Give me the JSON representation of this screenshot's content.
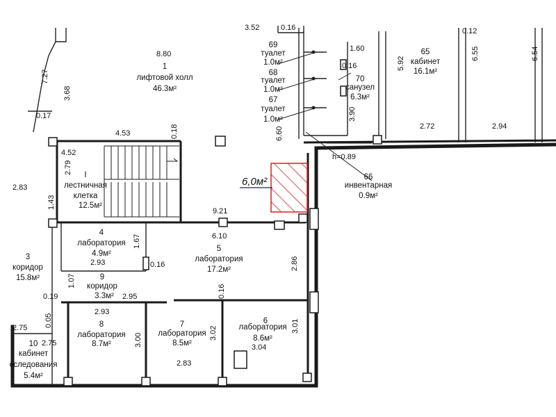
{
  "colors": {
    "wall": "#1a1a1a",
    "hatch": "#d42020",
    "note_ink": "#1c1c8a",
    "paper": "#ffffff"
  },
  "rooms": {
    "r1": {
      "num": "1",
      "name": "лифтовой холл",
      "area": "46.3м²"
    },
    "rI": {
      "num": "I",
      "name1": "лестничная",
      "name2": "клетка",
      "area": "12.5м²"
    },
    "r3": {
      "num": "3",
      "name": "коридор",
      "area": "15.8м²"
    },
    "r4": {
      "num": "4",
      "name": "лаборатория",
      "area": "4.9м²"
    },
    "r5": {
      "num": "5",
      "name": "лаборатория",
      "area": "17.2м²"
    },
    "r6": {
      "num": "6",
      "name": "лаборатория",
      "area": "8.6м²"
    },
    "r7": {
      "num": "7",
      "name": "лаборатория",
      "area": "8.5м²"
    },
    "r8": {
      "num": "8",
      "name": "лаборатория",
      "area": "8.7м²"
    },
    "r9": {
      "num": "9",
      "name": "коридор",
      "area": "3.3м²"
    },
    "r10": {
      "num": "10",
      "name1": "кабинет",
      "name2": "сследования",
      "area": "5.4м²"
    },
    "r65": {
      "num": "65",
      "name": "кабинет",
      "area": "16.1м²"
    },
    "r66": {
      "num": "66",
      "name": "инвентарная",
      "area": "0.9м²"
    },
    "r67": {
      "num": "67",
      "name": "туалет",
      "area": "1.0м²"
    },
    "r68": {
      "num": "68",
      "name": "туалет",
      "area": "1.0м²"
    },
    "r69": {
      "num": "69",
      "name": "туалет",
      "area": "1.0м²"
    },
    "r70": {
      "num": "70",
      "name": "санузел",
      "area": "6.3м²"
    }
  },
  "dims": {
    "d352": "3.52",
    "d016top": "0.16",
    "d012": "0.12",
    "d880": "8.80",
    "d727": "7.27",
    "d368": "3.68",
    "d017": "0.17",
    "d453": "4.53",
    "d018": "0.18",
    "d452": "4.52",
    "d279": "2.79",
    "d283a": "2.83",
    "d143": "1.43",
    "d921": "9.21",
    "d610": "6.10",
    "d167": "1.67",
    "d293a": "2.93",
    "d016a": "0.16",
    "d286": "2.86",
    "d107": "1.07",
    "d019": "0.19",
    "d293b": "2.93",
    "d295": "2.95",
    "d016b": "0.16",
    "d275a": "2.75",
    "d005": "0.05",
    "d275b": "2.75",
    "d300": "3.00",
    "d302": "3.02",
    "d301": "3.01",
    "d304": "3.04",
    "d283b": "2.83",
    "d160": "1.60",
    "d016c": "0.16",
    "d390": "3.90",
    "d660": "6.60",
    "d592": "5.92",
    "d655": "6.55",
    "d654": "6.54",
    "d272": "2.72",
    "d294": "2.94",
    "dh": "h=0.89"
  },
  "note": "6,0м²"
}
